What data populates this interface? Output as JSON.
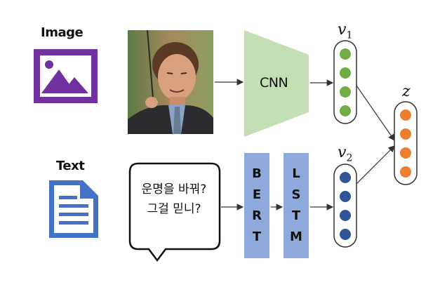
{
  "inputs": {
    "image_label": "Image",
    "text_label": "Text"
  },
  "speech_bubble": {
    "line1": "운명을 바꿔?",
    "line2": "그걸 믿니?"
  },
  "encoders": {
    "cnn": "CNN",
    "bert_letters": [
      "B",
      "E",
      "R",
      "T"
    ],
    "lstm_letters": [
      "L",
      "S",
      "T",
      "M"
    ]
  },
  "vectors": {
    "v1": {
      "symbol": "v",
      "subscript": "1"
    },
    "v2": {
      "symbol": "v",
      "subscript": "2"
    },
    "z": {
      "symbol": "z"
    }
  },
  "colors": {
    "image_icon": "#7030a0",
    "text_icon": "#4472c4",
    "cnn_fill": "#c5dfb4",
    "bert_lstm_fill": "#8ea9db",
    "v1_dot": "#70ad47",
    "v2_dot": "#2f5597",
    "z_dot": "#ed7d31"
  },
  "icons": {
    "image_input": "image-icon",
    "text_input": "document-icon"
  }
}
